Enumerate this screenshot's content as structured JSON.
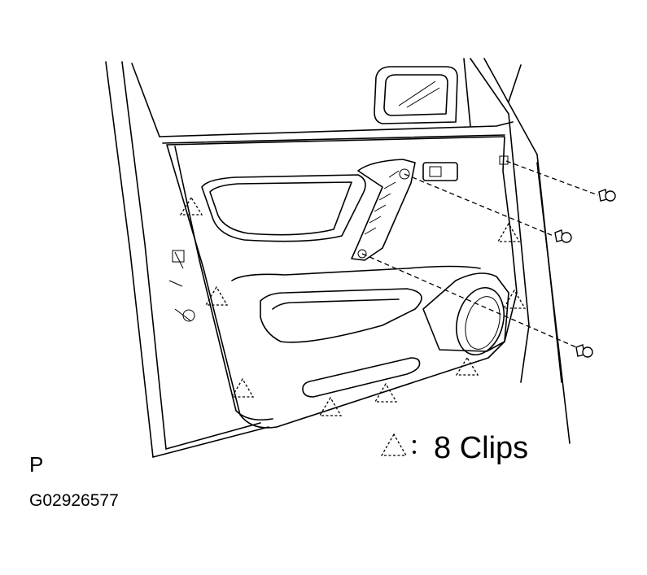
{
  "legend": {
    "clip_symbol": "clip-triangle-icon",
    "clip_text": "8 Clips"
  },
  "view_letter": "P",
  "figure_code": "G02926577",
  "colors": {
    "line": "#000000",
    "background": "#ffffff"
  },
  "parts": {
    "screws": 3,
    "clips": 8
  }
}
